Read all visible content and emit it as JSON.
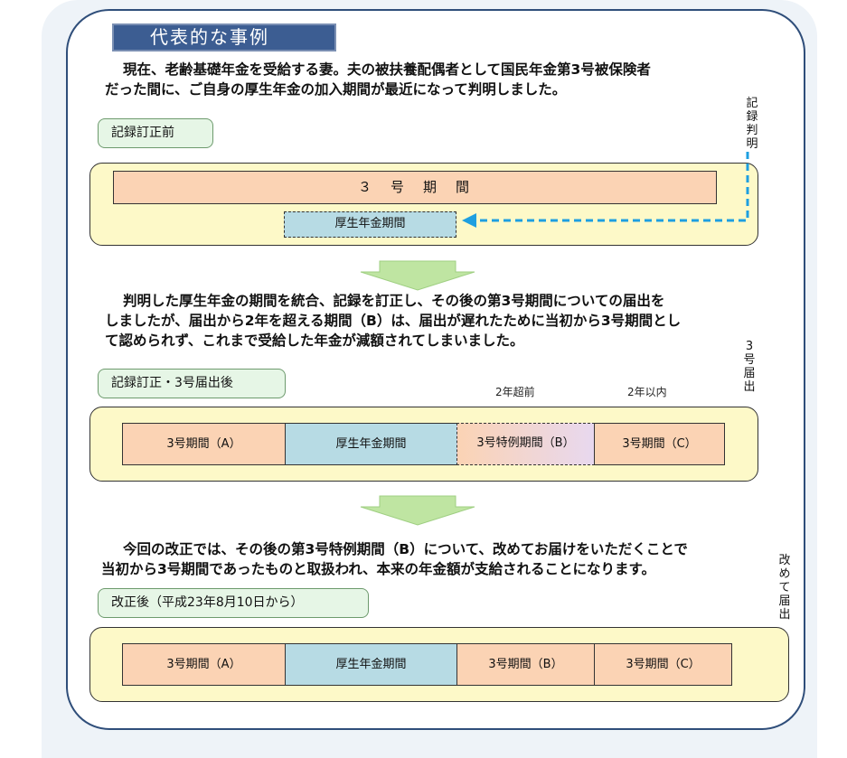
{
  "title": "代表的な事例",
  "intro": {
    "line1": "現在、老齢基礎年金を受給する妻。夫の被扶養配偶者として国民年金第3号被保険者",
    "line2": "だった間に、ご自身の厚生年金の加入期間が最近になって判明しました。"
  },
  "stage1": {
    "label": "記録訂正前",
    "bar": "３　号　期　間",
    "kosei": "厚生年金期間",
    "side": "記録判明"
  },
  "middle": {
    "line1": "判明した厚生年金の期間を統合、記録を訂正し、その後の第3号期間についての届出を",
    "line2": "しましたが、届出から2年を超える期間（B）は、届出が遅れたために当初から3号期間とし",
    "line3": "て認められず、これまで受給した年金が減額されてしまいました。"
  },
  "stage2": {
    "label": "記録訂正・3号届出後",
    "brace_over": "2年超前",
    "brace_within": "2年以内",
    "side": "3号届出",
    "segments": [
      "3号期間（A）",
      "厚生年金期間",
      "3号特例期間（B）",
      "3号期間（C）"
    ]
  },
  "closing": {
    "line1": "今回の改正では、その後の第3号特例期間（B）について、改めてお届けをいただくことで",
    "line2": "当初から3号期間であったものと取扱われ、本来の年金額が支給されることになります。"
  },
  "stage3": {
    "label": "改正後（平成23年8月10日から）",
    "side": "改めて届出",
    "segments": [
      "3号期間（A）",
      "厚生年金期間",
      "3号期間（B）",
      "3号期間（C）"
    ]
  },
  "colors": {
    "title_bg": "#3c5d92",
    "frame": "#2f4e7a",
    "lane": "#fdf9c8",
    "peach": "#fbd3b4",
    "blue": "#b7dbe4",
    "label_bg": "#e6f6e6",
    "arrow": "#bfe5a2",
    "dashed_arrow": "#1e9fe0"
  }
}
